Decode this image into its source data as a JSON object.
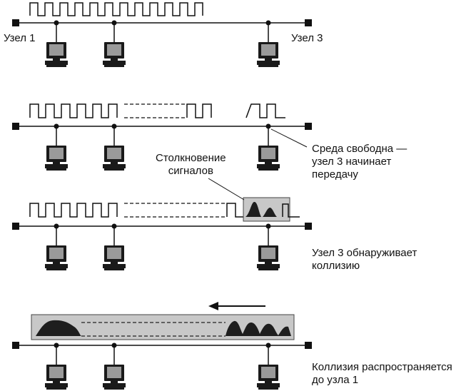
{
  "panels": [
    {
      "id": "panel-1",
      "labels": {
        "left_node": "Узел 1",
        "right_node": "Узел 3"
      }
    },
    {
      "id": "panel-2",
      "labels": {
        "medium_free_line1": "Среда свободна —",
        "medium_free_line2": "узел 3 начинает",
        "medium_free_line3": "передачу"
      }
    },
    {
      "id": "panel-3",
      "labels": {
        "collision_line1": "Столкновение",
        "collision_line2": "сигналов"
      }
    },
    {
      "id": "panel-3b",
      "labels": {
        "detect_line1": "Узел 3 обнаруживает",
        "detect_line2": "коллизию"
      }
    },
    {
      "id": "panel-4",
      "labels": {
        "propagate_line1": "Коллизия распространяется",
        "propagate_line2": "до узла 1"
      }
    }
  ],
  "colors": {
    "line": "#111111",
    "collision_fill": "#c8c8c8",
    "monitor_screen": "#9a9a9a"
  }
}
